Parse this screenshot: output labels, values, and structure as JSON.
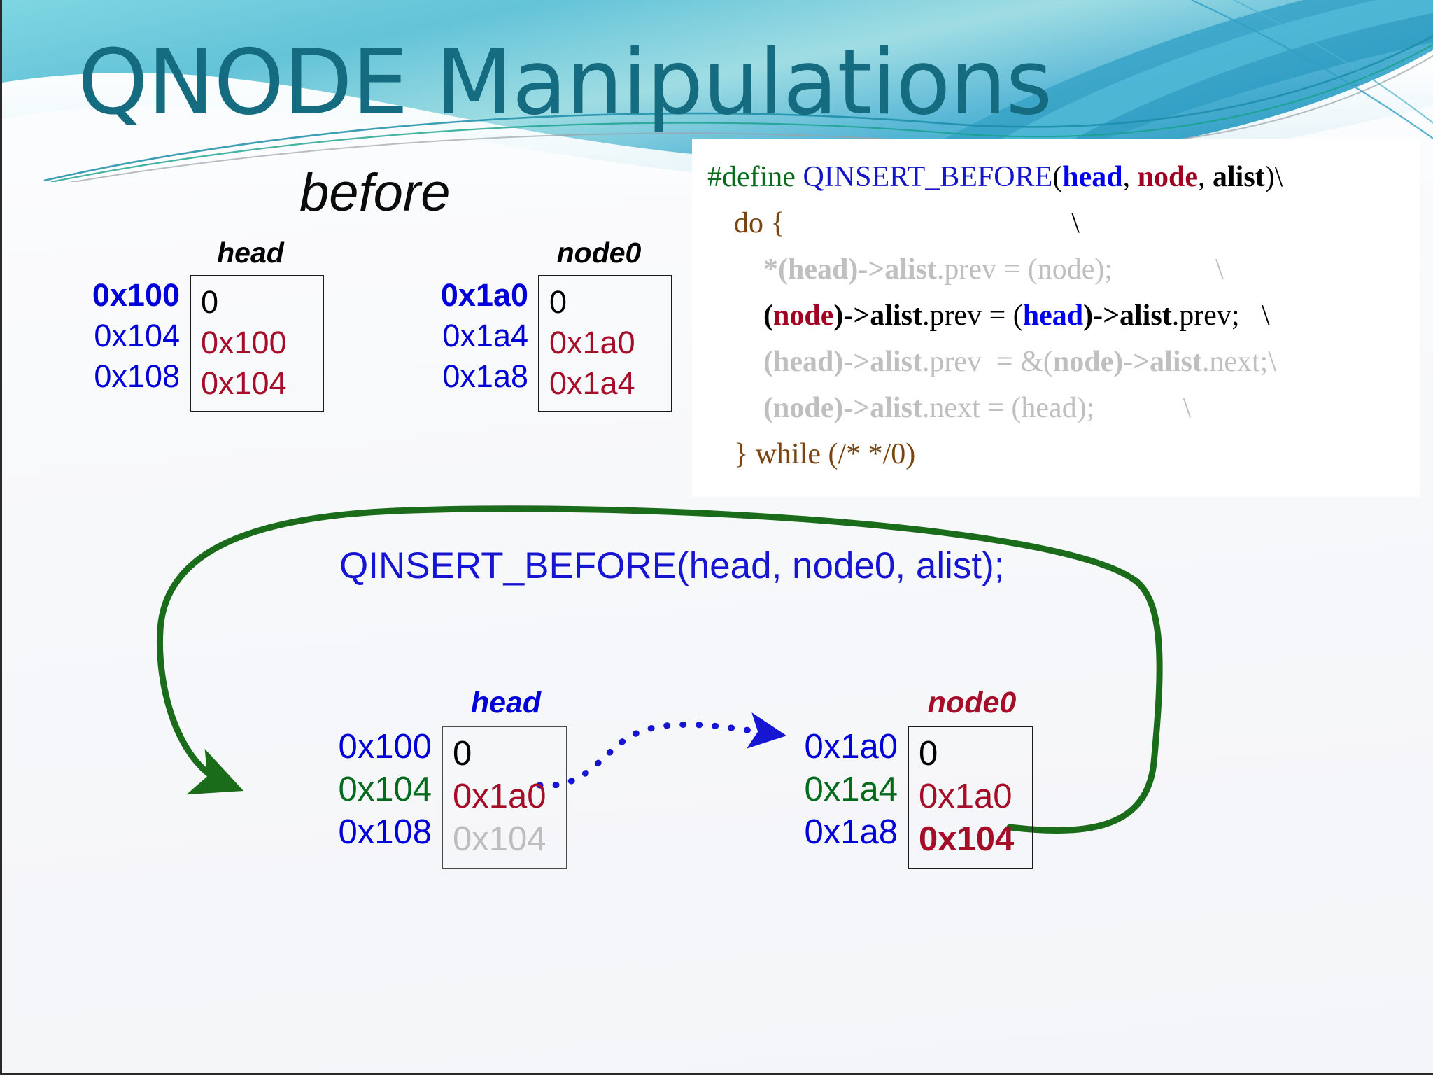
{
  "slide": {
    "title": "QNODE Manipulations",
    "before_label": "before",
    "call_text": "QINSERT_BEFORE(head, node0, alist);"
  },
  "colors": {
    "title": "#156b7f",
    "header_band_start": "#7fd0de",
    "header_band_end": "#3aa8c8",
    "blue": "#0000d8",
    "green": "#046a1c",
    "dark_red": "#a50d28",
    "gray": "#bdbdbd",
    "black": "#000000",
    "arrow_green": "#1a6b1a",
    "arrow_blue": "#1616d2",
    "code_define_green": "#0a6b1a",
    "code_macro_blue": "#1414c8",
    "code_do_brown": "#7a4410",
    "code_dim": "#bfbfbf"
  },
  "before_diagram": {
    "head": {
      "caption": "head",
      "caption_color": "#000000",
      "addresses": [
        {
          "text": "0x100",
          "color": "#0000d8",
          "bold": true
        },
        {
          "text": "0x104",
          "color": "#0000d8",
          "bold": false
        },
        {
          "text": "0x108",
          "color": "#0000d8",
          "bold": false
        }
      ],
      "values": [
        {
          "text": "0",
          "color": "#000000",
          "bold": false
        },
        {
          "text": "0x100",
          "color": "#a50d28",
          "bold": false
        },
        {
          "text": "0x104",
          "color": "#a50d28",
          "bold": false
        }
      ]
    },
    "node0": {
      "caption": "node0",
      "caption_color": "#000000",
      "addresses": [
        {
          "text": "0x1a0",
          "color": "#0000d8",
          "bold": true
        },
        {
          "text": "0x1a4",
          "color": "#0000d8",
          "bold": false
        },
        {
          "text": "0x1a8",
          "color": "#0000d8",
          "bold": false
        }
      ],
      "values": [
        {
          "text": "0",
          "color": "#000000",
          "bold": false
        },
        {
          "text": "0x1a0",
          "color": "#a50d28",
          "bold": false
        },
        {
          "text": "0x1a4",
          "color": "#a50d28",
          "bold": false
        }
      ]
    }
  },
  "after_diagram": {
    "head": {
      "caption": "head",
      "caption_color": "#0000d8",
      "addresses": [
        {
          "text": "0x100",
          "color": "#0000d8",
          "bold": false
        },
        {
          "text": "0x104",
          "color": "#046a1c",
          "bold": false
        },
        {
          "text": "0x108",
          "color": "#0000d8",
          "bold": false
        }
      ],
      "values": [
        {
          "text": "0",
          "color": "#000000",
          "bold": false
        },
        {
          "text": "0x1a0",
          "color": "#a50d28",
          "bold": false
        },
        {
          "text": "0x104",
          "color": "#bdbdbd",
          "bold": false
        }
      ]
    },
    "node0": {
      "caption": "node0",
      "caption_color": "#a50d28",
      "addresses": [
        {
          "text": "0x1a0",
          "color": "#0000d8",
          "bold": false
        },
        {
          "text": "0x1a4",
          "color": "#046a1c",
          "bold": false
        },
        {
          "text": "0x1a8",
          "color": "#0000d8",
          "bold": false
        }
      ],
      "values": [
        {
          "text": "0",
          "color": "#000000",
          "bold": false
        },
        {
          "text": "0x1a0",
          "color": "#a50d28",
          "bold": false
        },
        {
          "text": "0x104",
          "color": "#a50d28",
          "bold": true
        }
      ]
    }
  },
  "code": {
    "lines": [
      {
        "indent": 0,
        "dim": false,
        "tokens": [
          {
            "t": "#define ",
            "c": "define"
          },
          {
            "t": "QINSERT_BEFORE",
            "c": "macro"
          },
          {
            "t": "(",
            "c": "punct"
          },
          {
            "t": "head",
            "c": "head"
          },
          {
            "t": ", ",
            "c": "punct"
          },
          {
            "t": "node",
            "c": "node"
          },
          {
            "t": ", ",
            "c": "punct"
          },
          {
            "t": "alist",
            "c": "alist"
          },
          {
            "t": ")\\",
            "c": "punct"
          }
        ]
      },
      {
        "indent": 1,
        "dim": false,
        "tokens": [
          {
            "t": "do {",
            "c": "do"
          },
          {
            "t": "                                       \\",
            "c": "punct"
          }
        ]
      },
      {
        "indent": 2,
        "dim": true,
        "tokens": [
          {
            "t": "*(head)->",
            "c": "dimb"
          },
          {
            "t": "alist",
            "c": "dimb"
          },
          {
            "t": ".prev = (node);",
            "c": "dim"
          },
          {
            "t": "              \\",
            "c": "dim"
          }
        ]
      },
      {
        "indent": 2,
        "dim": false,
        "tokens": [
          {
            "t": "(",
            "c": "plainb"
          },
          {
            "t": "node",
            "c": "node"
          },
          {
            "t": ")->",
            "c": "plainb"
          },
          {
            "t": "alist",
            "c": "plainb"
          },
          {
            "t": ".prev = (",
            "c": "plain"
          },
          {
            "t": "head",
            "c": "head"
          },
          {
            "t": ")->",
            "c": "plainb"
          },
          {
            "t": "alist",
            "c": "plainb"
          },
          {
            "t": ".prev;",
            "c": "plain"
          },
          {
            "t": "   \\",
            "c": "plain"
          }
        ]
      },
      {
        "indent": 2,
        "dim": true,
        "tokens": [
          {
            "t": "(head)->",
            "c": "dimb"
          },
          {
            "t": "alist",
            "c": "dimb"
          },
          {
            "t": ".prev  = &(",
            "c": "dim"
          },
          {
            "t": "node",
            "c": "dimb"
          },
          {
            "t": ")->",
            "c": "dimb"
          },
          {
            "t": "alist",
            "c": "dimb"
          },
          {
            "t": ".next;\\",
            "c": "dim"
          }
        ]
      },
      {
        "indent": 2,
        "dim": true,
        "tokens": [
          {
            "t": "(node)->",
            "c": "dimb"
          },
          {
            "t": "alist",
            "c": "dimb"
          },
          {
            "t": ".next = (head);",
            "c": "dim"
          },
          {
            "t": "            \\",
            "c": "dim"
          }
        ]
      },
      {
        "indent": 1,
        "dim": false,
        "tokens": [
          {
            "t": "} while (/* */0)",
            "c": "do"
          }
        ]
      }
    ]
  },
  "arrows": [
    {
      "name": "green-wrap-arrow",
      "color": "#1a6b1a",
      "from": "node0.0x1a8 value 0x104",
      "to": "head.0x104 address"
    },
    {
      "name": "blue-dotted-arrow",
      "color": "#1616d2",
      "from": "head.0x104 value 0x1a0",
      "to": "node0.0x1a0 address"
    }
  ]
}
